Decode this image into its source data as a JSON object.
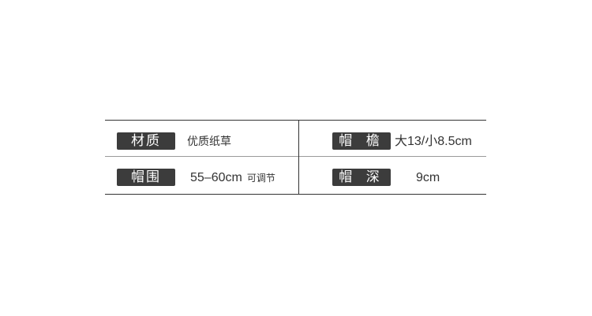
{
  "specs": {
    "material": {
      "label": "材质",
      "value": "优质纸草"
    },
    "brim": {
      "label": "帽 檐",
      "value": "大13/小8.5cm"
    },
    "circumference": {
      "label": "帽围",
      "value": "55–60cm",
      "note": "可调节"
    },
    "depth": {
      "label": "帽 深",
      "value": "9cm"
    }
  }
}
